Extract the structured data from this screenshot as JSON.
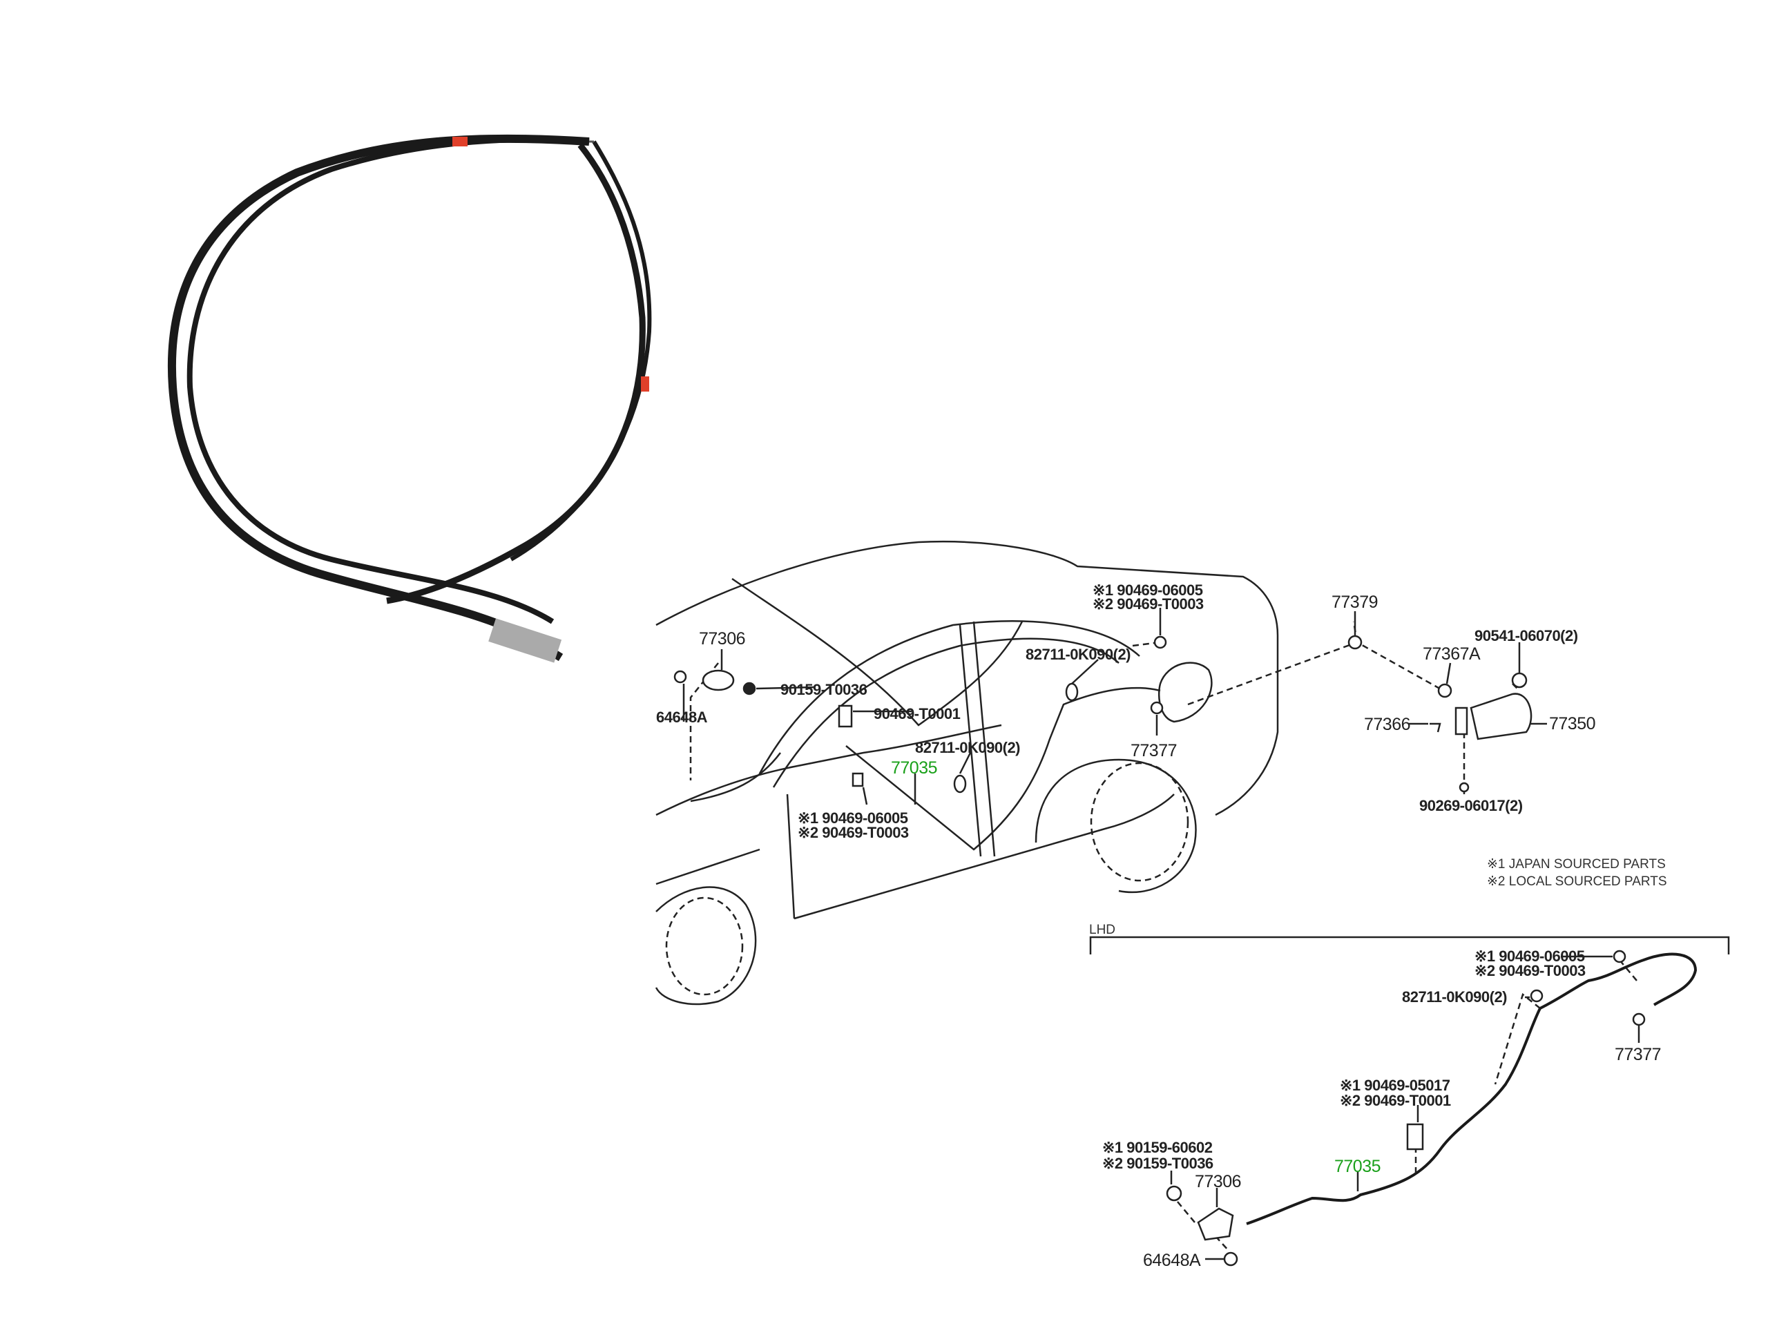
{
  "colors": {
    "highlight": "#1aa01a",
    "cable_marker": "#e0402a",
    "line": "#222222"
  },
  "main_diagram": {
    "labels": {
      "p77306": "77306",
      "p64648a": "64648A",
      "p90159_t0036": "90159-T0036",
      "p90469_t0001": "90469-T0001",
      "p82711_mid": "82711-0K090(2)",
      "p77035": "77035",
      "low_1": "※1 90469-06005",
      "low_2": "※2 90469-T0003",
      "top_1": "※1 90469-06005",
      "top_2": "※2 90469-T0003",
      "p82711_top": "82711-0K090(2)",
      "p77377": "77377",
      "p77379": "77379",
      "p77367a": "77367A",
      "p90541": "90541-06070(2)",
      "p77366": "77366",
      "p77350": "77350",
      "p90269": "90269-06017(2)"
    },
    "notes": [
      "※1 JAPAN SOURCED PARTS",
      "※2 LOCAL SOURCED PARTS"
    ]
  },
  "lhd_diagram": {
    "title": "LHD",
    "labels": {
      "a1": "※1 90469-06005",
      "a2": "※2 90469-T0003",
      "p82711": "82711-0K090(2)",
      "p77377": "77377",
      "b1": "※1 90469-05017",
      "b2": "※2 90469-T0001",
      "c1": "※1 90159-60602",
      "c2": "※2 90159-T0036",
      "p77306": "77306",
      "p77035": "77035",
      "p64648a": "64648A"
    }
  }
}
